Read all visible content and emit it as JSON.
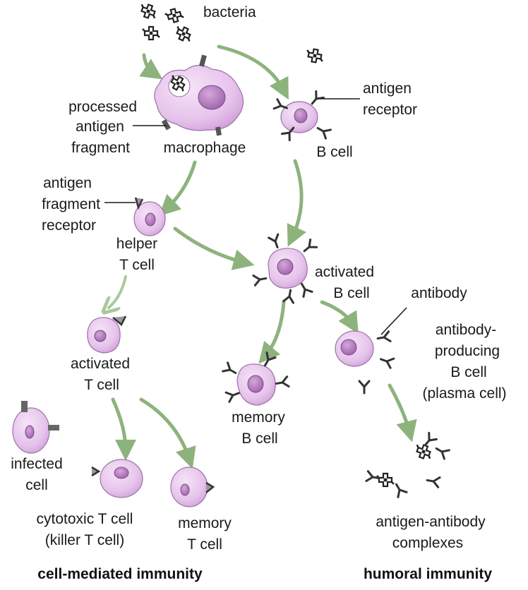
{
  "colors": {
    "cell_fill": "#e8c8ec",
    "cell_dark": "#d2a6da",
    "nucleus": "#b07ab9",
    "arrow": "#8db37c",
    "text": "#1a1a1a"
  },
  "labels": {
    "bacteria": "bacteria",
    "processed_antigen_1": "processed",
    "processed_antigen_2": "antigen",
    "processed_antigen_3": "fragment",
    "macrophage": "macrophage",
    "antigen_receptor_1": "antigen",
    "antigen_receptor_2": "receptor",
    "b_cell": "B cell",
    "afr_1": "antigen",
    "afr_2": "fragment",
    "afr_3": "receptor",
    "helper_1": "helper",
    "helper_2": "T cell",
    "activated_b_1": "activated",
    "activated_b_2": "B cell",
    "antibody": "antibody",
    "abp_1": "antibody-",
    "abp_2": "producing",
    "abp_3": "B cell",
    "abp_4": "(plasma cell)",
    "activated_t_1": "activated",
    "activated_t_2": "T cell",
    "memory_b_1": "memory",
    "memory_b_2": "B cell",
    "infected_1": "infected",
    "infected_2": "cell",
    "cytotoxic_1": "cytotoxic T cell",
    "cytotoxic_2": "(killer T cell)",
    "memory_t_1": "memory",
    "memory_t_2": "T cell",
    "complexes_1": "antigen-antibody",
    "complexes_2": "complexes"
  },
  "titles": {
    "cell_mediated": "cell-mediated immunity",
    "humoral": "humoral immunity"
  }
}
